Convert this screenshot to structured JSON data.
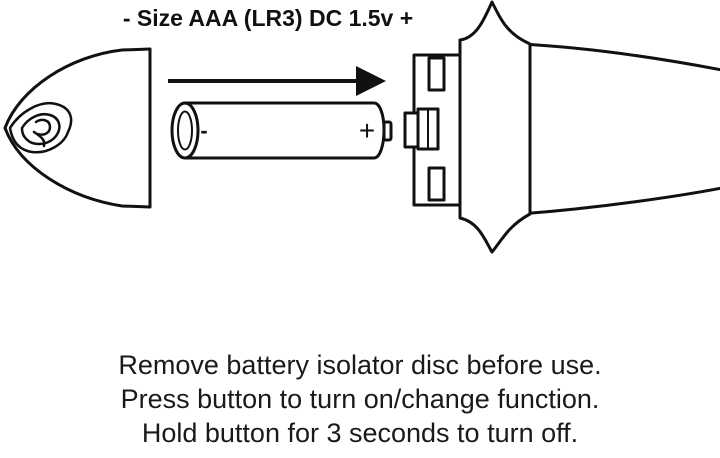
{
  "battery_label": "- Size AAA (LR3) DC 1.5v +",
  "battery_minus": "-",
  "battery_plus": "+",
  "instructions": [
    "Remove battery isolator disc before use.",
    "Press button to turn on/change function.",
    "Hold button for 3 seconds to turn off."
  ],
  "colors": {
    "line": "#111111",
    "background": "#ffffff"
  },
  "icons": {
    "logo": "monogram-logo-icon",
    "arrow": "insert-direction-arrow-icon"
  }
}
